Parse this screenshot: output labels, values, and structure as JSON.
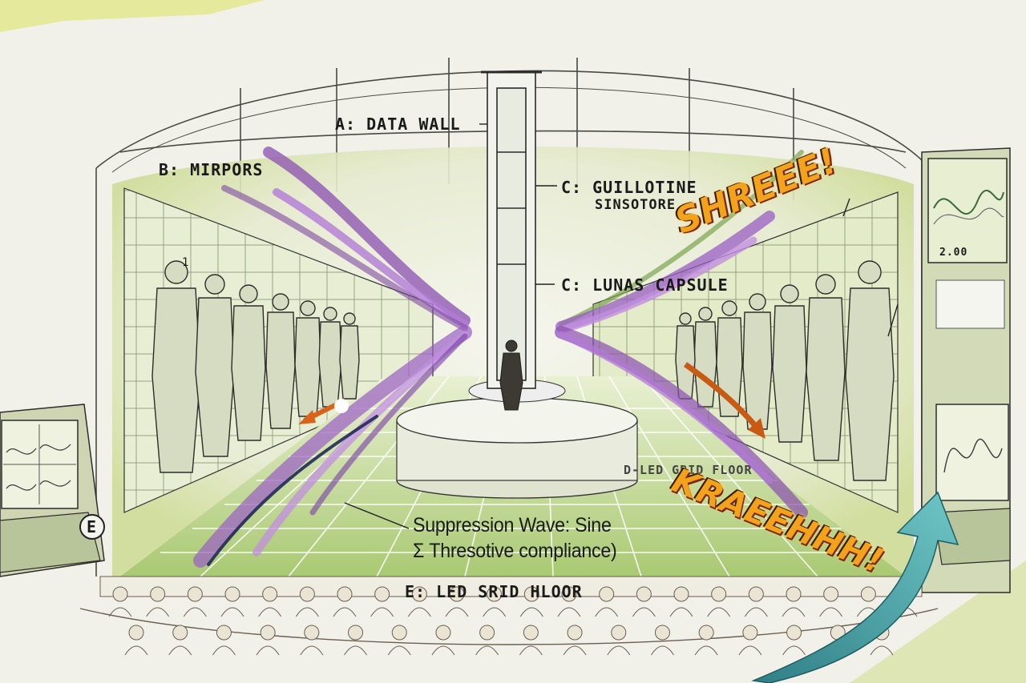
{
  "labels": {
    "data_wall": "A: DATA WALL",
    "mirrors": "B: MIRPORS",
    "guillotine": "C: GUILLOTINE",
    "guillotine_sub": "SINSOTORE",
    "capsule": "C: LUNAS CAPSULE",
    "grid_floor_side": "D-LED GRID FLOOR",
    "grid_floor": "E: LED SRID HLOOR",
    "circle_e": "E",
    "circle_1": "1",
    "monitor_value": "2.00"
  },
  "caption": {
    "line1": "Suppression Wave: Sine",
    "line2": "Σ Thresotive compliance)"
  },
  "sound_effects": {
    "shriek": "SHREEE!",
    "kraeehhh": "KRAEEHHH!"
  },
  "colors": {
    "paper": "#efefe6",
    "pencil": "#3a3a3a",
    "green_wash": "#c9d98a",
    "purple_wave": "#a65bc9",
    "sfx_orange": "#f2a21b",
    "arrow_teal": "#3a9ea3"
  }
}
